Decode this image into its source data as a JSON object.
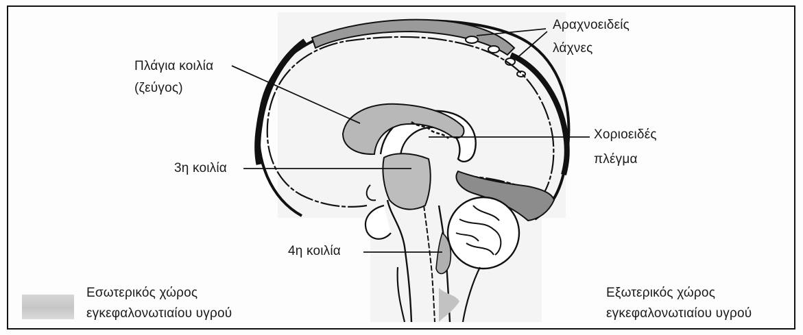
{
  "labels": {
    "lateral_ventricle": [
      "Πλάγια κοιλία",
      "(ζεύγος)"
    ],
    "third_ventricle": "3η κοιλία",
    "fourth_ventricle": "4η κοιλία",
    "arachnoid_villi": [
      "Αραχνοειδείς",
      "λάχνες"
    ],
    "choroid_plexus": [
      "Χοριοειδές",
      "πλέγμα"
    ]
  },
  "legend": {
    "internal": [
      "Εσωτερικός χώρος",
      "εγκεφαλονωτιαίου υγρού"
    ],
    "external": [
      "Εξωτερικός χώρος",
      "εγκεφαλονωτιαίου υγρού"
    ]
  },
  "colors": {
    "outline": "#1a1a1a",
    "csf_internal": "#b8b8b8",
    "csf_external": "#8c8c8c",
    "background": "#ffffff"
  }
}
